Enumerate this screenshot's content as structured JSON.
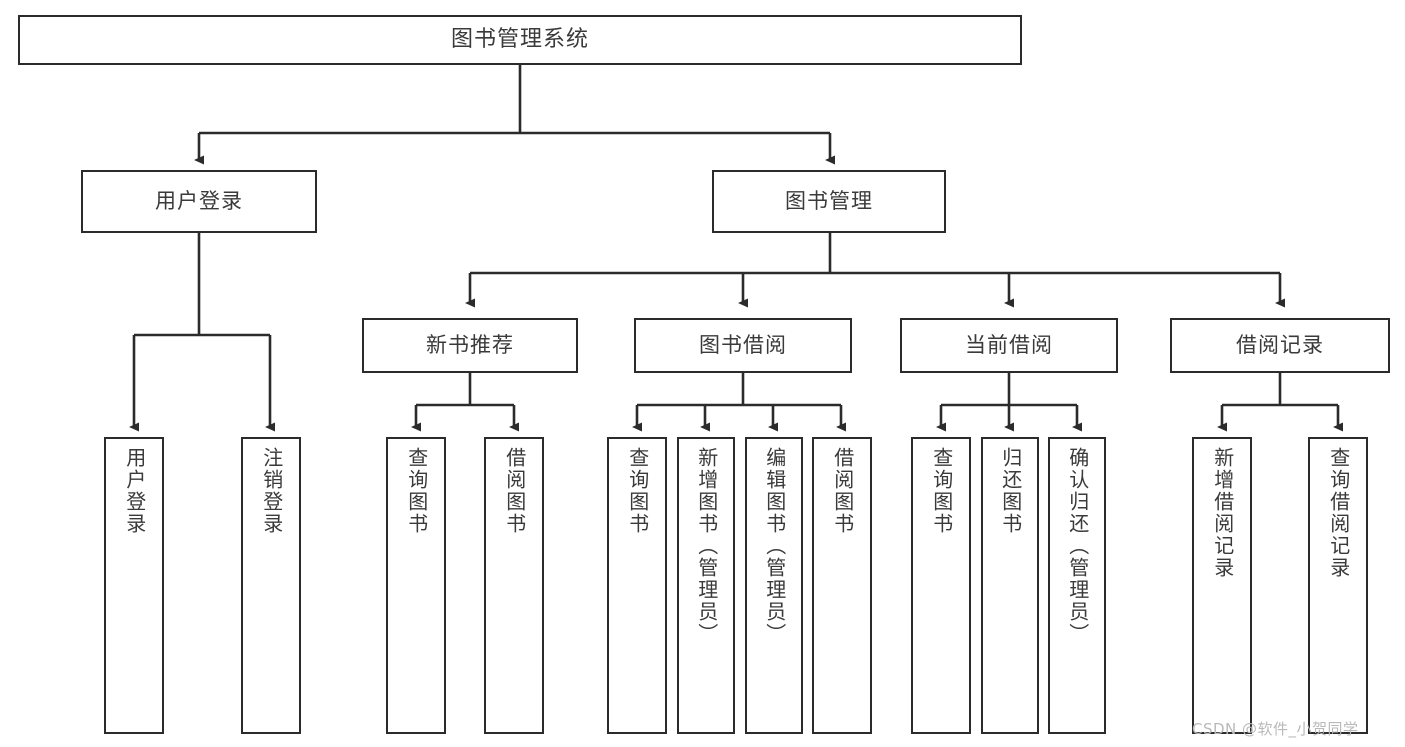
{
  "diagram": {
    "title": "图书管理系统",
    "type": "tree-hierarchy",
    "colors": {
      "box_border": "#2b2b2b",
      "box_fill": "#ffffff",
      "edge": "#2b2b2b",
      "text": "#3a3a3a",
      "watermark": "#b9b9b9",
      "background": "#ffffff"
    },
    "root": {
      "label": "图书管理系统"
    },
    "level2": [
      {
        "label": "用户登录"
      },
      {
        "label": "图书管理"
      }
    ],
    "level3": [
      {
        "label": "新书推荐"
      },
      {
        "label": "图书借阅"
      },
      {
        "label": "当前借阅"
      },
      {
        "label": "借阅记录"
      }
    ],
    "leaves": {
      "user_login": [
        {
          "label": "用户登录"
        },
        {
          "label": "注销登录"
        }
      ],
      "new_book_recommend": [
        {
          "label": "查询图书"
        },
        {
          "label": "借阅图书"
        }
      ],
      "book_borrow": [
        {
          "label": "查询图书"
        },
        {
          "label": "新增图书（管理员）"
        },
        {
          "label": "编辑图书（管理员）"
        },
        {
          "label": "借阅图书"
        }
      ],
      "current_borrow": [
        {
          "label": "查询图书"
        },
        {
          "label": "归还图书"
        },
        {
          "label": "确认归还（管理员）"
        }
      ],
      "borrow_record": [
        {
          "label": "新增借阅记录"
        },
        {
          "label": "查询借阅记录"
        }
      ]
    }
  },
  "watermark": {
    "text": "CSDN @软件_小贺同学"
  }
}
